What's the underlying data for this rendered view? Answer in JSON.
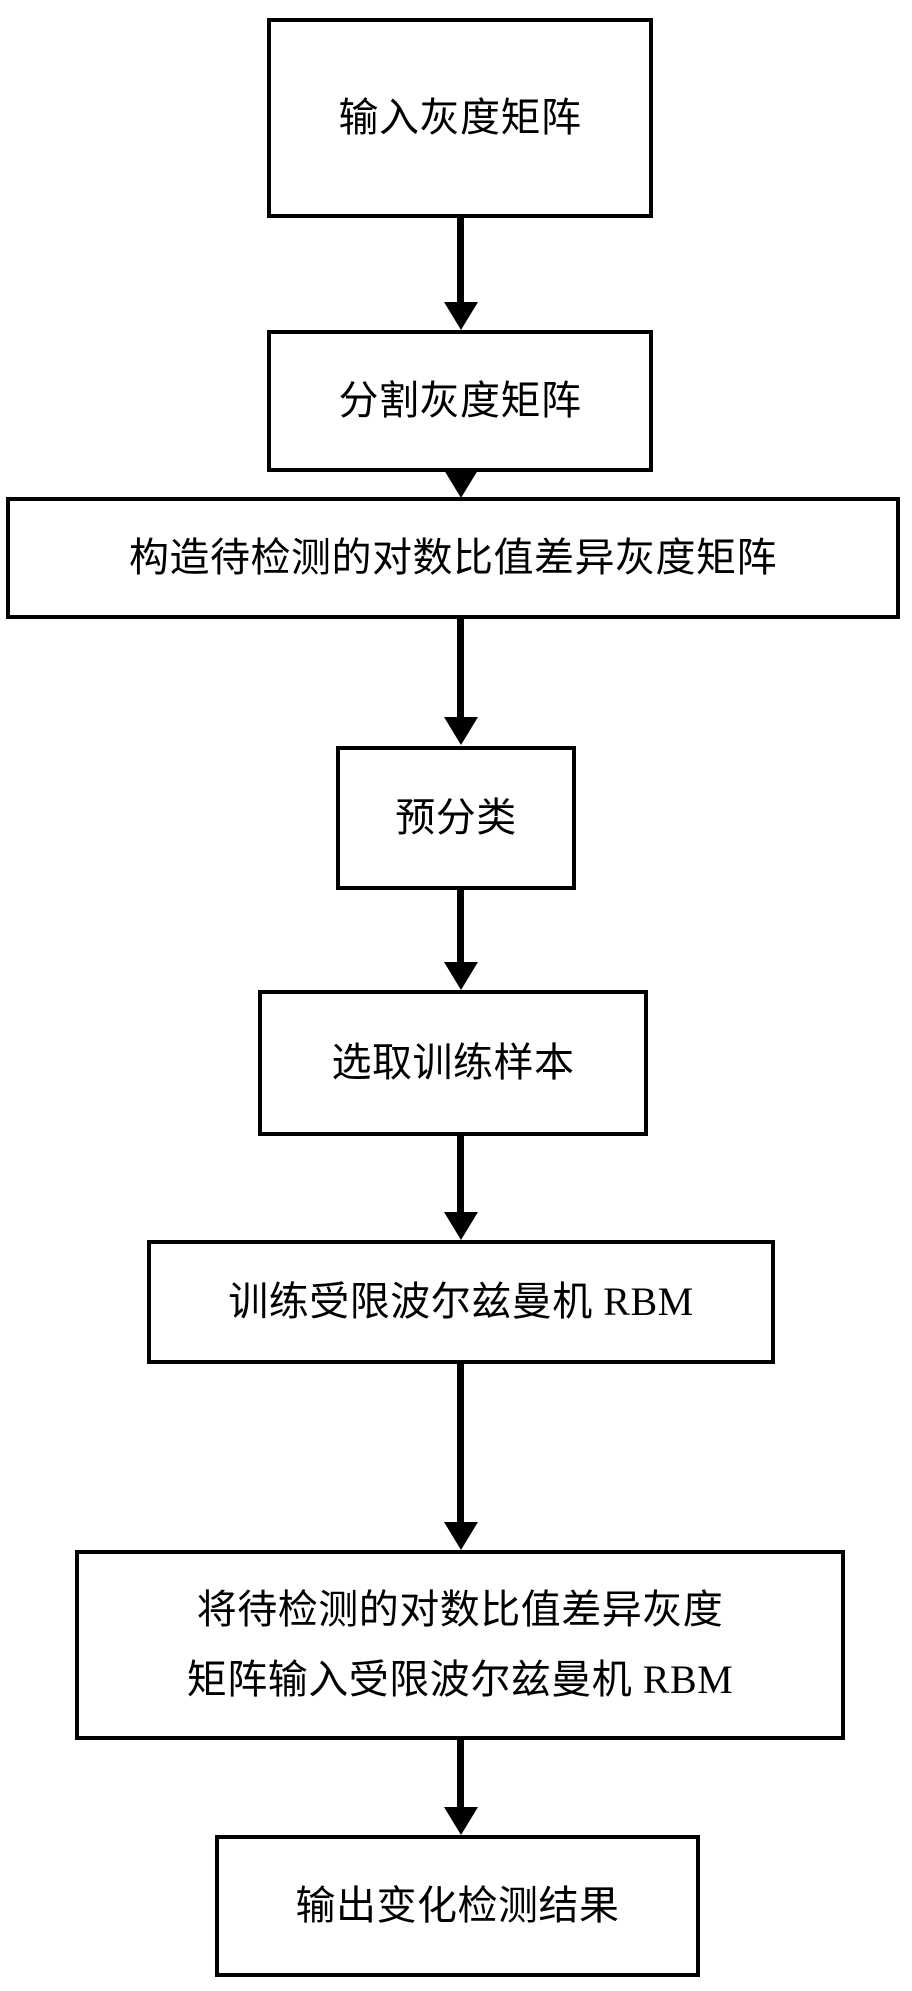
{
  "chart_data": {
    "type": "diagram",
    "title": "",
    "orientation": "top-to-bottom",
    "node_count": 8,
    "edge_count": 7,
    "nodes": [
      {
        "id": "n1",
        "shape": "rectangle",
        "lines": [
          "输入灰度矩阵"
        ]
      },
      {
        "id": "n2",
        "shape": "rectangle",
        "lines": [
          "分割灰度矩阵"
        ]
      },
      {
        "id": "n3",
        "shape": "rectangle",
        "lines": [
          "构造待检测的对数比值差异灰度矩阵"
        ]
      },
      {
        "id": "n4",
        "shape": "rectangle",
        "lines": [
          "预分类"
        ]
      },
      {
        "id": "n5",
        "shape": "rectangle",
        "lines": [
          "选取训练样本"
        ]
      },
      {
        "id": "n6",
        "shape": "rectangle",
        "lines": [
          "训练受限波尔兹曼机 RBM"
        ]
      },
      {
        "id": "n7",
        "shape": "rectangle",
        "lines": [
          "将待检测的对数比值差异灰度",
          "矩阵输入受限波尔兹曼机 RBM"
        ]
      },
      {
        "id": "n8",
        "shape": "rectangle",
        "lines": [
          "输出变化检测结果"
        ]
      }
    ],
    "edges": [
      {
        "from": "n1",
        "to": "n2",
        "label": "",
        "arrow": "down-arrow"
      },
      {
        "from": "n2",
        "to": "n3",
        "label": "",
        "arrow": "down-arrow"
      },
      {
        "from": "n3",
        "to": "n4",
        "label": "",
        "arrow": "down-arrow"
      },
      {
        "from": "n4",
        "to": "n5",
        "label": "",
        "arrow": "down-arrow"
      },
      {
        "from": "n5",
        "to": "n6",
        "label": "",
        "arrow": "down-arrow"
      },
      {
        "from": "n6",
        "to": "n7",
        "label": "",
        "arrow": "down-arrow"
      },
      {
        "from": "n7",
        "to": "n8",
        "label": "",
        "arrow": "down-arrow"
      }
    ],
    "colors": {
      "background": "#ffffff",
      "node_fill": "#ffffff",
      "node_stroke": "#000000",
      "edge_stroke": "#000000",
      "text": "#000000"
    }
  },
  "flowchart": {
    "box1": {
      "text": "输入灰度矩阵"
    },
    "box2": {
      "text": "分割灰度矩阵"
    },
    "box3": {
      "text": "构造待检测的对数比值差异灰度矩阵"
    },
    "box4": {
      "text": "预分类"
    },
    "box5": {
      "text": "选取训练样本"
    },
    "box6": {
      "text": "训练受限波尔兹曼机 RBM"
    },
    "box7": {
      "line1": "将待检测的对数比值差异灰度",
      "line2": "矩阵输入受限波尔兹曼机 RBM"
    },
    "box8": {
      "text": "输出变化检测结果"
    }
  }
}
